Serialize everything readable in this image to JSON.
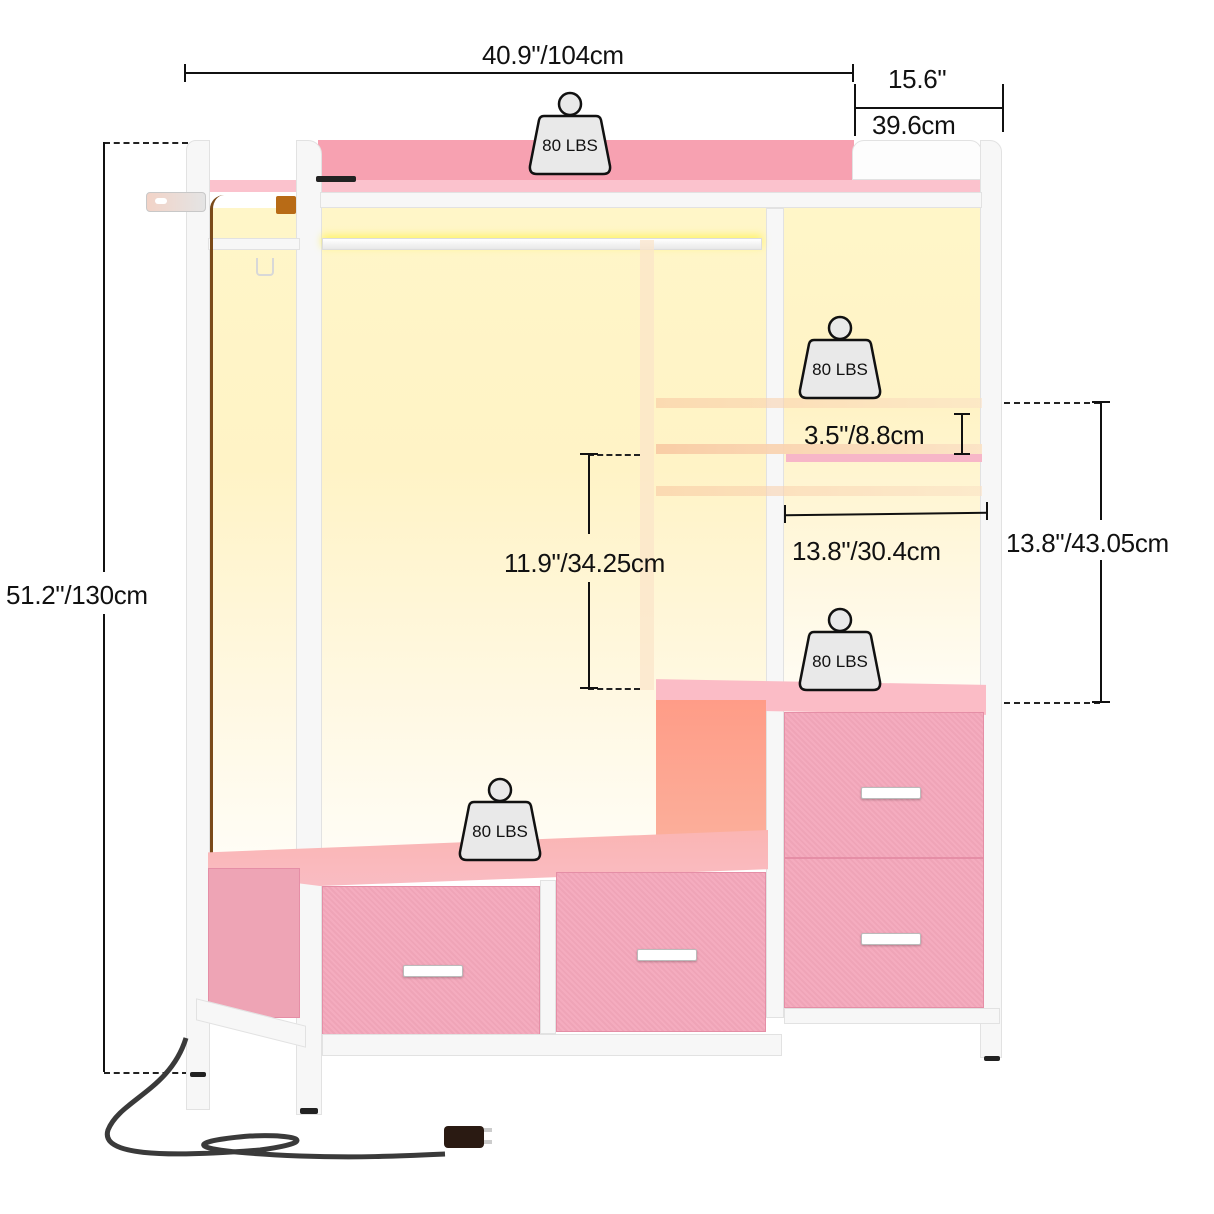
{
  "product": {
    "name": "Pink freestanding wardrobe with LED lights, hanging rod, shelves and fabric drawers",
    "colors": {
      "frame": "#f7f7f7",
      "top_board": "#f7a1b1",
      "drawer": "#f4a7bb",
      "led_glow": "#fff3c6",
      "accent_panel": "#ff9c87",
      "dimension_line": "#111111"
    }
  },
  "dimensions": {
    "width": "40.9\"/104cm",
    "depth_in": "15.6\"",
    "depth_cm": "39.6cm",
    "height": "51.2\"/130cm",
    "hanging_clearance": "11.9\"/34.25cm",
    "shelf_gap": "3.5\"/8.8cm",
    "shelf_width": "13.8\"/30.4cm",
    "shelf_section_height": "13.8\"/43.05cm"
  },
  "weights": [
    {
      "id": "top",
      "label": "80 LBS"
    },
    {
      "id": "shelves",
      "label": "80 LBS"
    },
    {
      "id": "right-cube",
      "label": "80 LBS"
    },
    {
      "id": "bottom-bench",
      "label": "80 LBS"
    }
  ],
  "features": {
    "drawers_count": 4,
    "shelves_count": 3,
    "power_cord": "power-plug-icon",
    "power_outlet": "outlet-icon",
    "led_strip": "led-strip-icon",
    "hook": "side-hook-icon"
  }
}
